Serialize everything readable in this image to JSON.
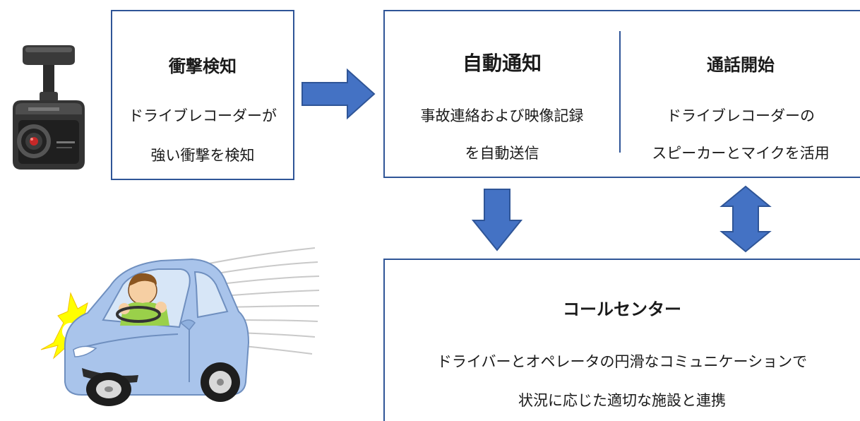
{
  "detect": {
    "title": "衝撃検知",
    "line1": "ドライブレコーダーが",
    "line2": "強い衝撃を検知"
  },
  "notify": {
    "title": "自動通知",
    "line1": "事故連絡および映像記録",
    "line2": "を自動送信"
  },
  "call": {
    "title": "通話開始",
    "line1": "ドライブレコーダーの",
    "line2": "スピーカーとマイクを活用"
  },
  "center": {
    "title": "コールセンター",
    "line1": "ドライバーとオペレータの円滑なコミュニケーションで",
    "line2": "状況に応じた適切な施設と連携"
  },
  "colors": {
    "box_border": "#2f5597",
    "arrow_fill": "#4472c4",
    "arrow_stroke": "#2f5597",
    "car_body": "#a9c4eb",
    "impact": "#ffff00"
  }
}
